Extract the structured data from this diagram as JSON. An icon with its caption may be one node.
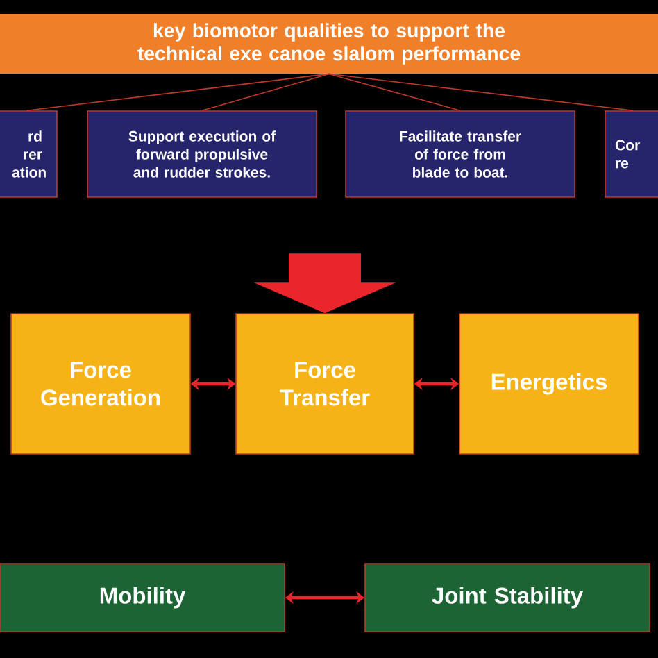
{
  "diagram": {
    "nodes": [
      {
        "text": [
          "key biomotor qualities to support the technical exe canoe slalom performance"
        ]
      },
      {
        "text": [
          "rd rer ation"
        ]
      },
      {
        "text": [
          "Support execution of forward propulsive and rudder strokes."
        ]
      },
      {
        "text": [
          "Facilitate transfer of force from blade to boat."
        ]
      },
      {
        "text": [
          "Cor re"
        ]
      },
      {
        "text": [
          "Force Generation"
        ]
      },
      {
        "text": [
          "Force Transfer"
        ]
      },
      {
        "text": [
          "Energetics"
        ]
      },
      {
        "text": [
          "Mobility"
        ]
      },
      {
        "text": [
          "Joint Stability"
        ]
      }
    ],
    "edges": [
      {
        "from": 0,
        "to": 1,
        "arrow": "none"
      },
      {
        "from": 0,
        "to": 2,
        "arrow": "none"
      },
      {
        "from": 0,
        "to": 3,
        "arrow": "none"
      },
      {
        "from": 0,
        "to": 4,
        "arrow": "none"
      },
      {
        "from": null,
        "to": 6,
        "arrow": "to",
        "style": "thick"
      },
      {
        "from": 5,
        "to": 6,
        "arrow": "both"
      },
      {
        "from": 6,
        "to": 7,
        "arrow": "both"
      },
      {
        "from": 8,
        "to": 9,
        "arrow": "both"
      }
    ]
  }
}
